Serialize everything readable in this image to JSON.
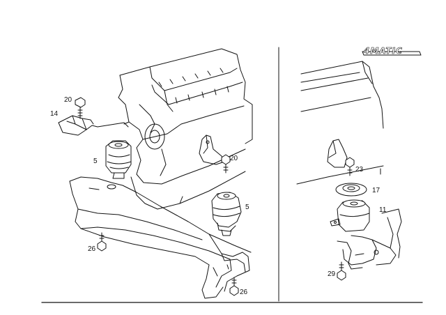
{
  "diagram": {
    "badge": "4MATIC",
    "callouts": {
      "left_bolt_top": "20",
      "left_bracket": "14",
      "left_mount": "5",
      "center_bolt": "20",
      "right_mount_left": "5",
      "left_bolt_bottom": "26",
      "right_bolt_bottom": "26",
      "right_bolt": "23",
      "right_washer": "17",
      "right_mount": "11",
      "right_screw": "29"
    }
  }
}
